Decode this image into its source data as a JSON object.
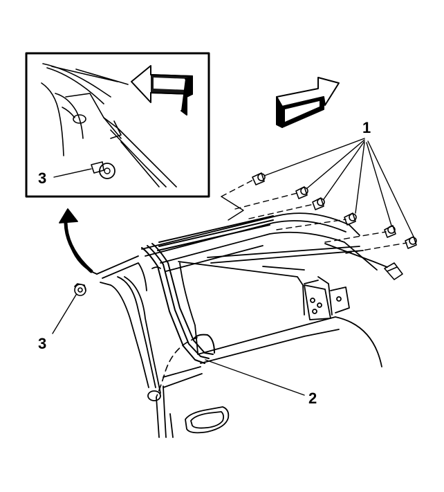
{
  "callouts": {
    "fastener_group": "1",
    "seal": "2",
    "clip_main": "3",
    "clip_inset": "3"
  },
  "colors": {
    "line": "#000000",
    "background": "#ffffff"
  },
  "icons": {
    "direction_arrow_inset": "block-arrow-icon",
    "direction_arrow_main": "block-arrow-icon",
    "detail_pointer": "curved-arrow-icon"
  }
}
